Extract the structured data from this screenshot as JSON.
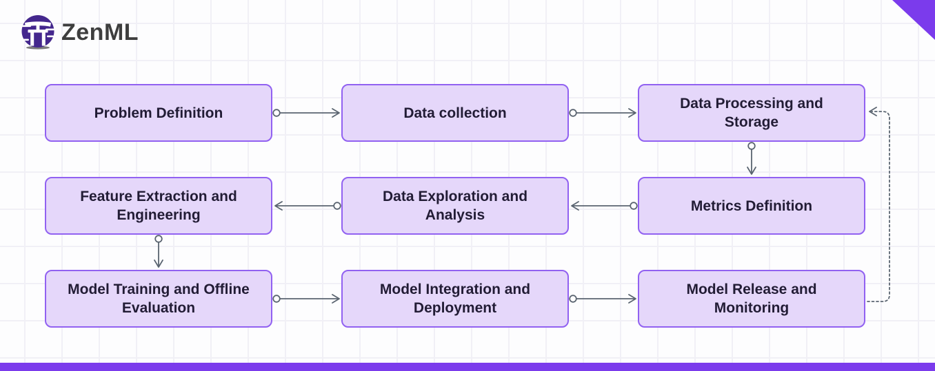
{
  "brand": {
    "wordmark": "ZenML",
    "logo_icon": "torii-gate-icon"
  },
  "colors": {
    "accent_purple": "#7b3bec",
    "node_fill": "#e5d7fa",
    "node_border": "#9161f1",
    "node_text": "#221c35",
    "connector_gray": "#5a6470",
    "logo_circle": "#44278d",
    "wordmark_text": "#3e3e3e",
    "grid_line": "#f1f0f6",
    "background": "#fdfdfe"
  },
  "diagram": {
    "nodes": [
      {
        "id": "problem-definition",
        "label": "Problem Definition",
        "row": 1,
        "col": 1
      },
      {
        "id": "data-collection",
        "label": "Data collection",
        "row": 1,
        "col": 2
      },
      {
        "id": "data-processing-and-storage",
        "label": "Data Processing and Storage",
        "row": 1,
        "col": 3
      },
      {
        "id": "feature-extraction-and-engineering",
        "label": "Feature Extraction and Engineering",
        "row": 2,
        "col": 1
      },
      {
        "id": "data-exploration-and-analysis",
        "label": "Data Exploration and Analysis",
        "row": 2,
        "col": 2
      },
      {
        "id": "metrics-definition",
        "label": "Metrics Definition",
        "row": 2,
        "col": 3
      },
      {
        "id": "model-training-and-offline-evaluation",
        "label": "Model Training and Offline Evaluation",
        "row": 3,
        "col": 1
      },
      {
        "id": "model-integration-and-deployment",
        "label": "Model Integration and Deployment",
        "row": 3,
        "col": 2
      },
      {
        "id": "model-release-and-monitoring",
        "label": "Model Release and Monitoring",
        "row": 3,
        "col": 3
      }
    ],
    "edges": [
      {
        "from": "problem-definition",
        "to": "data-collection",
        "style": "solid",
        "direction": "right"
      },
      {
        "from": "data-collection",
        "to": "data-processing-and-storage",
        "style": "solid",
        "direction": "right"
      },
      {
        "from": "data-processing-and-storage",
        "to": "metrics-definition",
        "style": "solid",
        "direction": "down"
      },
      {
        "from": "metrics-definition",
        "to": "data-exploration-and-analysis",
        "style": "solid",
        "direction": "left"
      },
      {
        "from": "data-exploration-and-analysis",
        "to": "feature-extraction-and-engineering",
        "style": "solid",
        "direction": "left"
      },
      {
        "from": "feature-extraction-and-engineering",
        "to": "model-training-and-offline-evaluation",
        "style": "solid",
        "direction": "down"
      },
      {
        "from": "model-training-and-offline-evaluation",
        "to": "model-integration-and-deployment",
        "style": "solid",
        "direction": "right"
      },
      {
        "from": "model-integration-and-deployment",
        "to": "model-release-and-monitoring",
        "style": "solid",
        "direction": "right"
      },
      {
        "from": "model-release-and-monitoring",
        "to": "data-processing-and-storage",
        "style": "dashed",
        "direction": "loop-back-up"
      }
    ]
  }
}
